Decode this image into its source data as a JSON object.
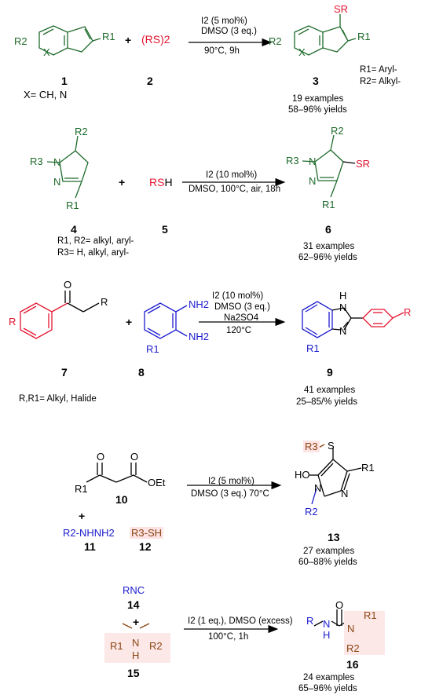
{
  "reaction1": {
    "R2": "R2",
    "X": "X",
    "R1": "R1",
    "plus": "+",
    "RS2": "(RS)2",
    "cond1": "I2 (5 mol%)",
    "cond2": "DMSO (3 eq.)",
    "cond3": "90°C, 9h",
    "prod_SR": "SR",
    "prod_R2": "R2",
    "prod_X": "X",
    "prod_R1": "R1",
    "n1": "1",
    "n2": "2",
    "n3": "3",
    "xdef": "X= CH, N",
    "r1def": "R1= Aryl-",
    "r2def": "R2= Alkyl-",
    "examples": "19 examples",
    "yields": "58–96% yields"
  },
  "reaction2": {
    "R3": "R3",
    "N1": "N",
    "N2": "N",
    "R2": "R2",
    "R1": "R1",
    "plus": "+",
    "RS": "RS",
    "H": "H",
    "cond1": "I2 (10 mol%)",
    "cond2": "DMSO, 100°C, air, 18h",
    "p_R3": "R3",
    "p_N1": "N",
    "p_N2": "N",
    "p_R2": "R2",
    "p_R1": "R1",
    "p_SR": "SR",
    "n4": "4",
    "n5": "5",
    "n6": "6",
    "def1": "R1, R2= alkyl, aryl-",
    "def2": "R3= H, alkyl, aryl-",
    "examples": "31 examples",
    "yields": "62–96% yields"
  },
  "reaction3": {
    "O": "O",
    "R": "R",
    "Rring": "R",
    "plus": "+",
    "NH2a": "NH2",
    "NH2b": "NH2",
    "R1": "R1",
    "cond1": "I2 (10 mol%)",
    "cond2": "DMSO (3 eq.)",
    "cond3": "Na2SO4",
    "cond4": "120°C",
    "p_H": "H",
    "p_N1": "N",
    "p_N2": "N",
    "p_R1": "R1",
    "p_R": "R",
    "n7": "7",
    "n8": "8",
    "n9": "9",
    "def": "R,R1= Alkyl, Halide",
    "examples": "41 examples",
    "yields": "25–85/% yields"
  },
  "reaction4": {
    "O1": "O",
    "O2": "O",
    "R1": "R1",
    "OEt": "OEt",
    "plus": "+",
    "hydrazine": "R2-NHNH2",
    "thiol": "R3-SH",
    "cond1": "I2 (5 mol%)",
    "cond2": "DMSO (3 eq.) 70°C",
    "p_R3": "R3",
    "p_S": "S",
    "p_HO": "HO",
    "p_R1": "R1",
    "p_N1": "N",
    "p_N2": "N",
    "p_R2": "R2",
    "n10": "10",
    "n11": "11",
    "n12": "12",
    "n13": "13",
    "examples": "27 examples",
    "yields": "60–88% yields"
  },
  "reaction5": {
    "RNC": "RNC",
    "plus": "+",
    "a_R1": "R1",
    "a_N": "N",
    "a_R2": "R2",
    "a_H": "H",
    "cond1": "I2 (1 eq.), DMSO (excess)",
    "cond2": "100°C, 1h",
    "p_O": "O",
    "p_R": "R",
    "p_N": "N",
    "p_H": "H",
    "p_N2": "N",
    "p_R1": "R1",
    "p_R2": "R2",
    "n14": "14",
    "n15": "15",
    "n16": "16",
    "examples": "24 examples",
    "yields": "65–96% yields"
  },
  "colors": {
    "green": "#1f6b2c",
    "red": "#e3142f",
    "blue": "#1c1ccf",
    "brown": "#8b4513",
    "highlight": "#fde3e3"
  }
}
